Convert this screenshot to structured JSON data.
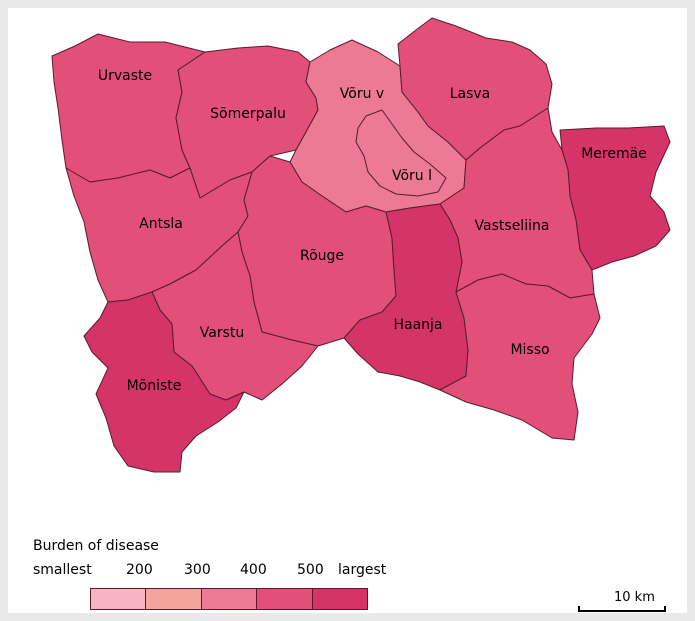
{
  "legend": {
    "title": "Burden of disease",
    "smallest_label": "smallest",
    "largest_label": "largest",
    "breaks": [
      "200",
      "300",
      "400",
      "500"
    ],
    "classes": [
      "#f4b4c0",
      "#f3a59c",
      "#ec7a94",
      "#e25079",
      "#d53468"
    ]
  },
  "scale": {
    "label": "10 km"
  },
  "regions": [
    {
      "id": "urvaste",
      "name": "Urvaste",
      "color": "#e25079"
    },
    {
      "id": "somerpalu",
      "name": "Sõmerpalu",
      "color": "#e25079"
    },
    {
      "id": "voru-v",
      "name": "Võru v",
      "color": "#ec7a94"
    },
    {
      "id": "voru-l",
      "name": "Võru l",
      "color": "#ec7a94"
    },
    {
      "id": "lasva",
      "name": "Lasva",
      "color": "#e25079"
    },
    {
      "id": "meremae",
      "name": "Meremäe",
      "color": "#d53468"
    },
    {
      "id": "antsla",
      "name": "Antsla",
      "color": "#e25079"
    },
    {
      "id": "rouge",
      "name": "Rõuge",
      "color": "#e25079"
    },
    {
      "id": "vastseliina",
      "name": "Vastseliina",
      "color": "#e25079"
    },
    {
      "id": "varstu",
      "name": "Varstu",
      "color": "#e25079"
    },
    {
      "id": "haanja",
      "name": "Haanja",
      "color": "#d53468"
    },
    {
      "id": "misso",
      "name": "Misso",
      "color": "#e25079"
    },
    {
      "id": "moniste",
      "name": "Mõniste",
      "color": "#d53468"
    }
  ]
}
